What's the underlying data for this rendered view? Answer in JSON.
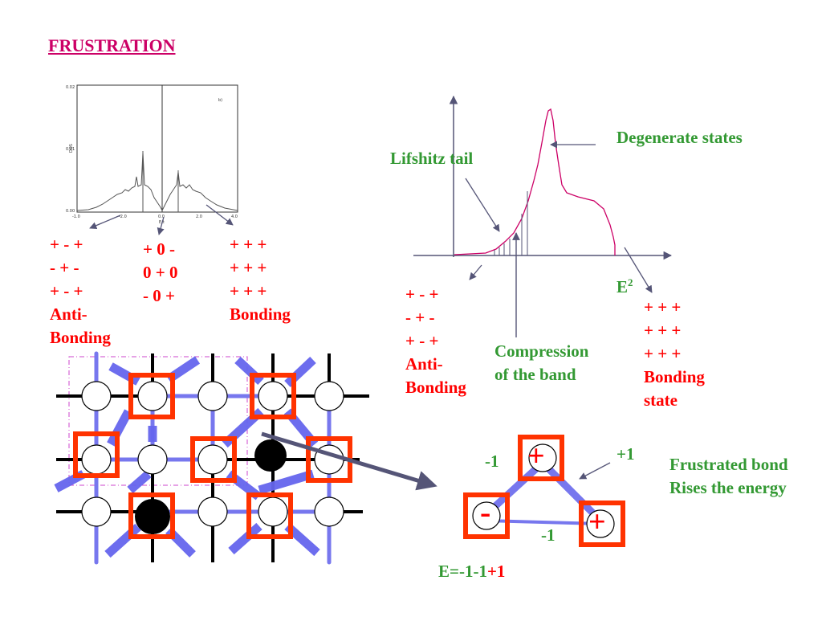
{
  "title": "FRUSTRATION",
  "dos_plot": {
    "y_ticks": [
      "0.02",
      "0.01",
      "0.00"
    ],
    "x_ticks": [
      "-1.0",
      "-2.0",
      "0.0",
      "2.0",
      "4.0"
    ],
    "ylabel": "DOS",
    "xlabel": "E/t",
    "panel_label": "b)"
  },
  "left_labels": {
    "antibonding": "+ - +\n- + -\n+ - +\nAnti-\nBonding",
    "middle": "+ 0 -\n0 + 0\n- 0 +",
    "bonding": "+ + +\n+ + +\n+ + +\nBonding"
  },
  "right_diagram": {
    "degenerate": "Degenerate states",
    "lifshitz": "Lifshitz tail",
    "e2": "E",
    "e2_sup": "2",
    "antibonding": "+ - +\n- + -\n+ - +\nAnti-\nBonding",
    "compression": "Compression\nof the band",
    "bonding_state": "+ + +\n+ + +\n+ + +\nBonding\nstate"
  },
  "triangle": {
    "bond_top_left": "-1",
    "bond_top_right": "+1",
    "bond_bottom": "-1",
    "site_top": "+",
    "site_left": "-",
    "site_right": "+",
    "note": "Frustrated bond\nRises the energy",
    "energy_prefix": "E=-1-1",
    "energy_suffix": "+1"
  },
  "colors": {
    "red": "#ff0000",
    "green": "#339933",
    "bond_blue": "#7777ee",
    "curve_magenta": "#cc0066",
    "axis": "#555577",
    "square": "#ff3300"
  }
}
